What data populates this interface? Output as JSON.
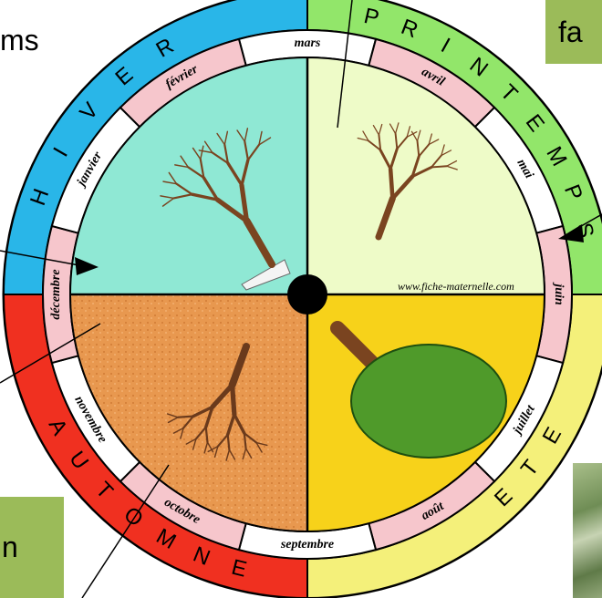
{
  "fragments": {
    "top_left": "ms",
    "top_right": "fa",
    "bottom_left": "n"
  },
  "seasons": [
    {
      "name": "HIVER",
      "color": "#29b6e8"
    },
    {
      "name": "PRINTEMPS",
      "color": "#92e66a"
    },
    {
      "name": "ETE",
      "color": "#f4f07a"
    },
    {
      "name": "AUTOMNE",
      "color": "#f03020"
    }
  ],
  "months": [
    "janvier",
    "février",
    "mars",
    "avril",
    "mai",
    "juin",
    "juillet",
    "août",
    "septembre",
    "octobre",
    "novembre",
    "décembre"
  ],
  "watermark": "www.fiche-maternelle.com",
  "quadrant_colors": {
    "winter": "#8fe8d4",
    "spring": "#eefbc8",
    "summer": "#f7d21a",
    "autumn": "#e89850"
  },
  "month_tab_colors": {
    "light": "#f6c6cc",
    "white": "#ffffff"
  }
}
